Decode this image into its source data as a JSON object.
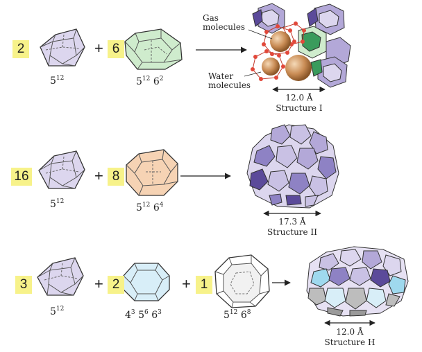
{
  "rows": [
    {
      "terms": [
        {
          "count": "2",
          "cage": {
            "base": "5",
            "exp": "12",
            "base2": "",
            "exp2": "",
            "base3": "",
            "exp3": ""
          }
        },
        {
          "count": "6",
          "cage": {
            "base": "5",
            "exp": "12",
            "base2": "6",
            "exp2": "2",
            "base3": "",
            "exp3": ""
          }
        }
      ],
      "structure": {
        "dimension": "12.0 Å",
        "name": "Structure I"
      }
    },
    {
      "terms": [
        {
          "count": "16",
          "cage": {
            "base": "5",
            "exp": "12",
            "base2": "",
            "exp2": "",
            "base3": "",
            "exp3": ""
          }
        },
        {
          "count": "8",
          "cage": {
            "base": "5",
            "exp": "12",
            "base2": "6",
            "exp2": "4",
            "base3": "",
            "exp3": ""
          }
        }
      ],
      "structure": {
        "dimension": "17.3 Å",
        "name": "Structure II"
      }
    },
    {
      "terms": [
        {
          "count": "3",
          "cage": {
            "base": "5",
            "exp": "12",
            "base2": "",
            "exp2": "",
            "base3": "",
            "exp3": ""
          }
        },
        {
          "count": "2",
          "cage": {
            "base": "4",
            "exp": "3",
            "base2": "5",
            "exp2": "6",
            "base3": "6",
            "exp3": "3"
          }
        },
        {
          "count": "1",
          "cage": {
            "base": "5",
            "exp": "12",
            "base2": "6",
            "exp2": "8",
            "base3": "",
            "exp3": ""
          }
        }
      ],
      "structure": {
        "dimension": "12.0 Å",
        "name": "Structure H"
      }
    }
  ],
  "annotations": {
    "gas": "Gas molecules",
    "water": "Water molecules"
  },
  "operators": {
    "plus": "+"
  },
  "colors": {
    "highlight": "#f7f28a",
    "lavender": "#dcd6ee",
    "purple_mid": "#b3a8d8",
    "purple_dark": "#5b4a9a",
    "green": "#cfeccd",
    "green_dark": "#3a9b5c",
    "peach": "#f6d3b4",
    "light_blue": "#d8eef8",
    "cyan": "#9fd9ee",
    "gray": "#bdbdbd",
    "sphere": "#c98c55",
    "oxygen": "#e2483a"
  }
}
